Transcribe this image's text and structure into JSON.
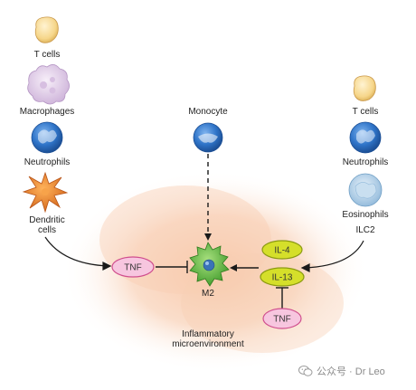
{
  "left_column": {
    "t_cells": "T cells",
    "macrophages": "Macrophages",
    "neutrophils": "Neutrophils",
    "dendritic_line1": "Dendritic",
    "dendritic_line2": "cells"
  },
  "top_center": {
    "monocyte": "Monocyte"
  },
  "right_column": {
    "t_cells": "T cells",
    "neutrophils": "Neutrophils",
    "eosinophils": "Eosinophils",
    "ilc2": "ILC2"
  },
  "center": {
    "tnf_left": "TNF",
    "il4": "IL-4",
    "il13": "IL-13",
    "tnf_bottom": "TNF",
    "m2": "M2",
    "micro_line1": "Inflammatory",
    "micro_line2": "microenvironment"
  },
  "watermark": {
    "text": "公众号 · Dr Leo",
    "icon": "wechat-icon"
  },
  "colors": {
    "glow": "#f6c7a6",
    "tnf_fill": "#f7c6df",
    "tnf_stroke": "#d04f8e",
    "il_fill": "#d5df2a",
    "il_stroke": "#8c9b12",
    "m2_fill": "#6ac14e",
    "neutrophil_blue": "#2f74c8",
    "t_cell_yellow": "#f6da92",
    "macrophage_lilac": "#e4d3ea",
    "dendritic_orange": "#e67d22",
    "eosinophil_blue": "#a9cbe6"
  }
}
